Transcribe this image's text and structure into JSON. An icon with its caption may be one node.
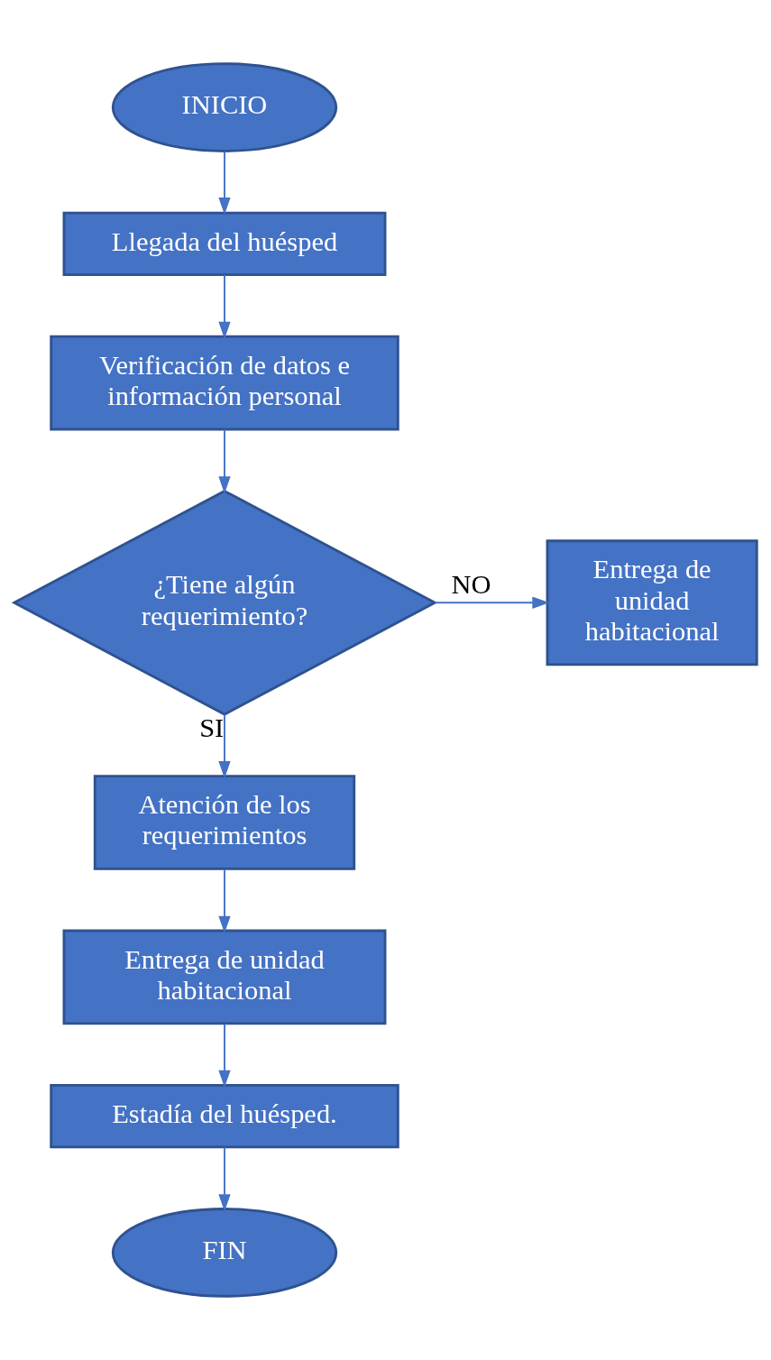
{
  "diagram": {
    "nodes": [
      {
        "text": [
          "INICIO"
        ]
      },
      {
        "text": [
          "Llegada del huésped"
        ]
      },
      {
        "text": [
          "Verificación de datos e información personal"
        ]
      },
      {
        "text": [
          "¿Tiene algún requerimiento?"
        ]
      },
      {
        "text": [
          "Entrega de unidad habitacional"
        ]
      },
      {
        "text": [
          "Atención de los requerimientos"
        ]
      },
      {
        "text": [
          "Entrega de unidad habitacional"
        ]
      },
      {
        "text": [
          "Estadía del huésped."
        ]
      },
      {
        "text": [
          "FIN"
        ]
      }
    ],
    "edges": [
      {
        "from": 0,
        "to": 1,
        "arrow": "to"
      },
      {
        "from": 1,
        "to": 2,
        "arrow": "to"
      },
      {
        "from": 2,
        "to": 3,
        "arrow": "to"
      },
      {
        "from": 3,
        "to": 4,
        "arrow": "to",
        "label": "NO"
      },
      {
        "from": 3,
        "to": 5,
        "arrow": "to",
        "label": "SI"
      },
      {
        "from": 5,
        "to": 6,
        "arrow": "to"
      },
      {
        "from": 6,
        "to": 7,
        "arrow": "to"
      },
      {
        "from": 7,
        "to": 8,
        "arrow": "to"
      }
    ]
  }
}
